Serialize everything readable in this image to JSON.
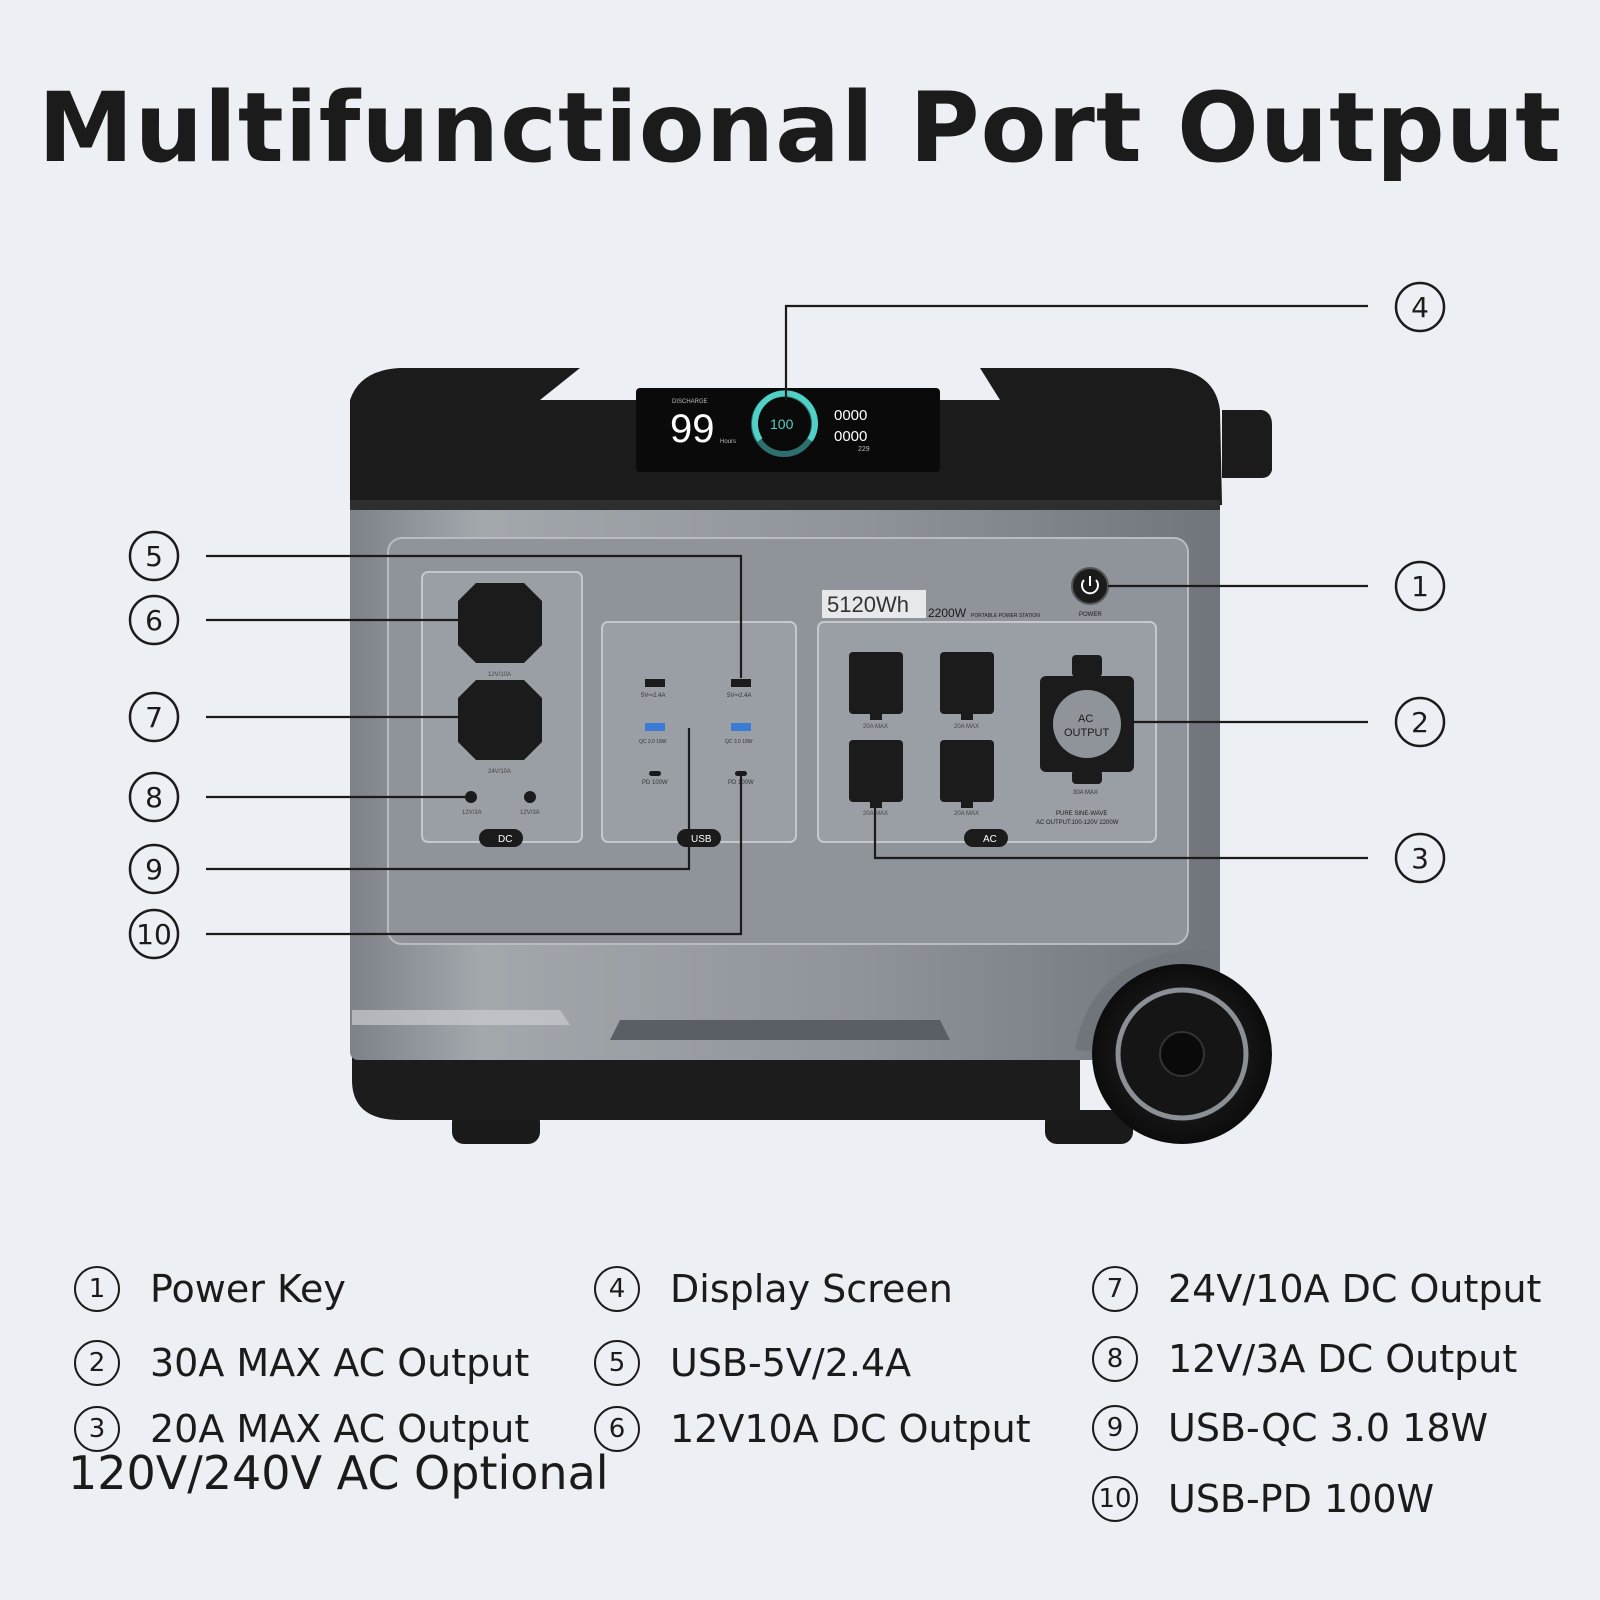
{
  "title": "Multifunctional Port Output",
  "device": {
    "capacity": "5120Wh",
    "power": "2200W",
    "subtitle": "PORTABLE POWER STATION",
    "power_key_label": "POWER",
    "display": {
      "mode": "DISCHARGE",
      "hours_value": "99",
      "hours_unit": "Hours",
      "battery_percent": "100",
      "readout_top": "0000",
      "readout_bottom": "0000",
      "readout_small": "229"
    },
    "dc_panel": {
      "label": "DC",
      "port_top": "12V/10A",
      "port_bottom": "24V/10A",
      "small_left": "12V/3A",
      "small_right": "12V/3A"
    },
    "usb_panel": {
      "label": "USB",
      "usb_a": "5V⎓2.4A",
      "qc": "QC 3.0 18W",
      "pd": "PD 100W"
    },
    "ac_panel": {
      "label": "AC",
      "outlet_label": "20A MAX",
      "big_outlet_line1": "AC",
      "big_outlet_line2": "OUTPUT",
      "big_outlet_max": "30A MAX",
      "spec_line1": "PURE SINE-WAVE",
      "spec_line2": "AC OUTPUT:100-120V 2200W"
    }
  },
  "callouts": [
    "1",
    "2",
    "3",
    "4",
    "5",
    "6",
    "7",
    "8",
    "9",
    "10"
  ],
  "legend": [
    {
      "num": "1",
      "text": "Power Key"
    },
    {
      "num": "2",
      "text": "30A MAX AC Output"
    },
    {
      "num": "3",
      "text": "20A MAX AC Output"
    },
    {
      "num": "4",
      "text": "Display Screen"
    },
    {
      "num": "5",
      "text": "USB-5V/2.4A"
    },
    {
      "num": "6",
      "text": "12V10A DC Output"
    },
    {
      "num": "7",
      "text": "24V/10A DC Output"
    },
    {
      "num": "8",
      "text": "12V/3A DC Output"
    },
    {
      "num": "9",
      "text": "USB-QC 3.0 18W"
    },
    {
      "num": "10",
      "text": "USB-PD 100W"
    }
  ],
  "footnote": "120V/240V AC Optional"
}
